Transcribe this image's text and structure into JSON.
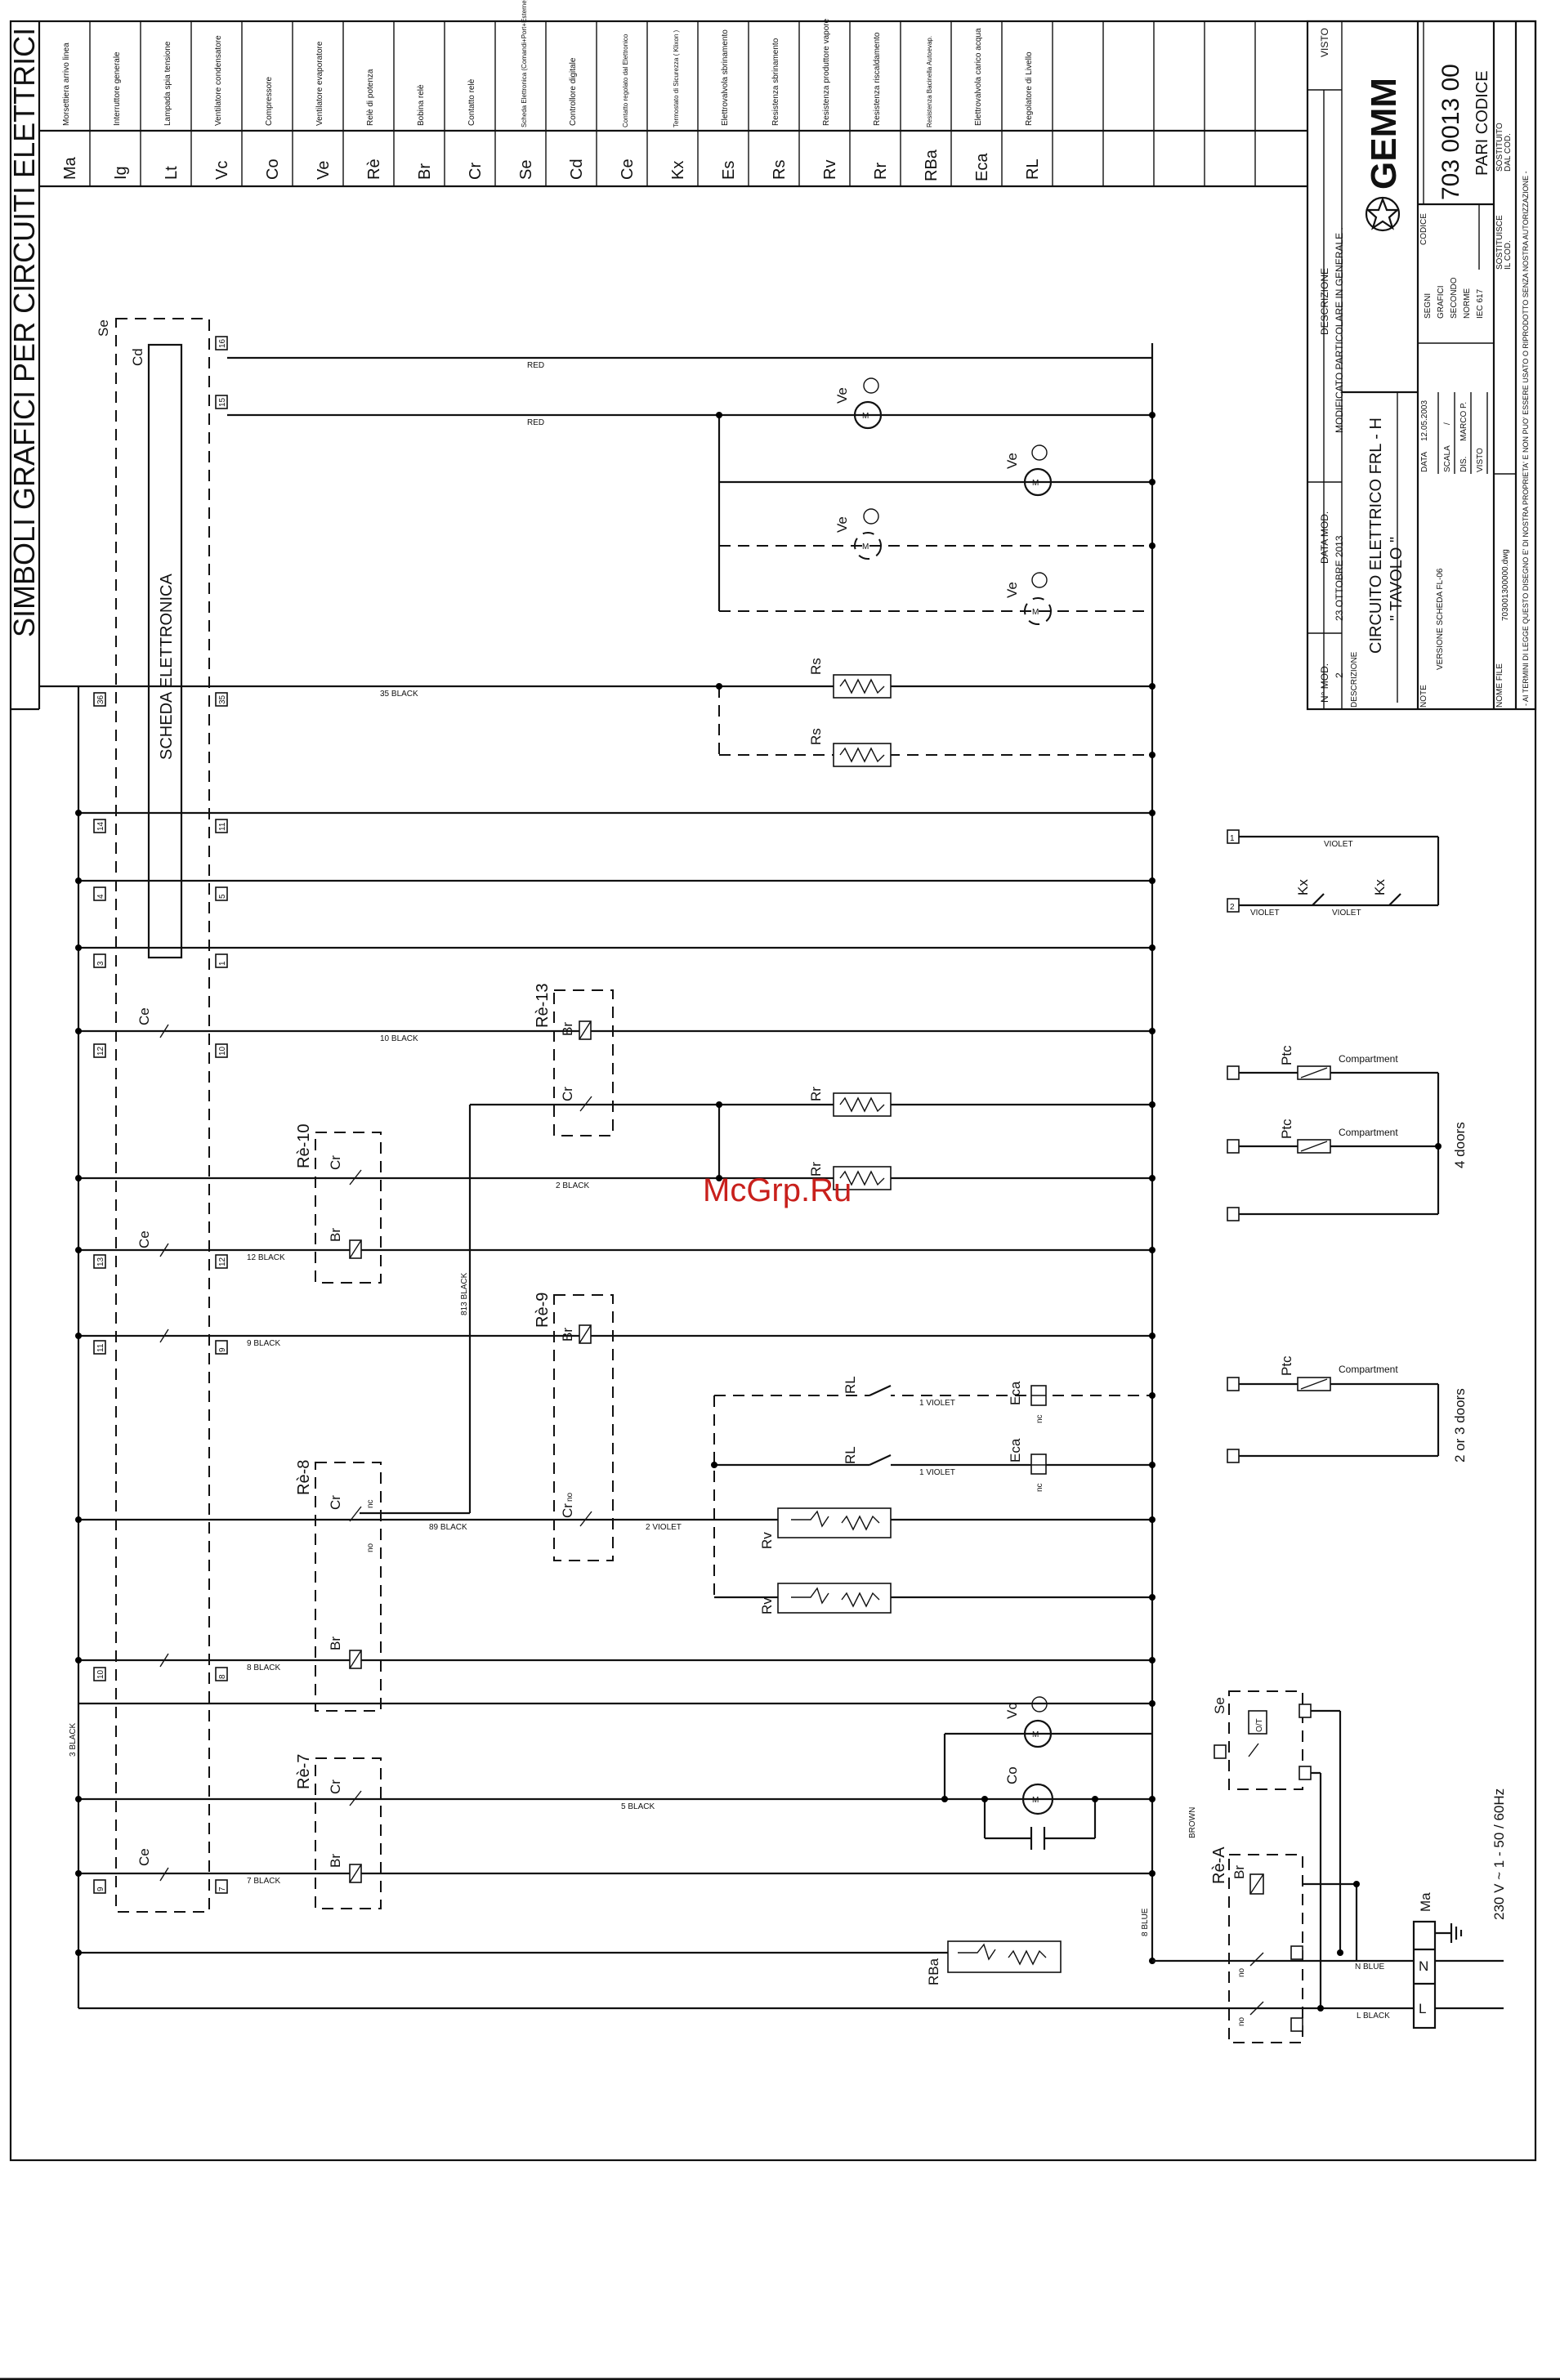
{
  "sheet_title": "SIMBOLI GRAFICI PER CIRCUITI  ELETTRICI",
  "legend": [
    {
      "code": "Ma",
      "desc": "Morsettiera arrivo linea"
    },
    {
      "code": "Ig",
      "desc": "Interruttore generale"
    },
    {
      "code": "Lt",
      "desc": "Lampada spia tensione"
    },
    {
      "code": "Vc",
      "desc": "Ventilatore condensatore"
    },
    {
      "code": "Co",
      "desc": "Compressore"
    },
    {
      "code": "Ve",
      "desc": "Ventilatore evaporatore"
    },
    {
      "code": "Rè",
      "desc": "Relè di potenza"
    },
    {
      "code": "Br",
      "desc": "Bobina relè"
    },
    {
      "code": "Cr",
      "desc": "Contatto relè"
    },
    {
      "code": "Se",
      "desc": "Scheda Elettronica (Comandi+Port+Esterne)"
    },
    {
      "code": "Cd",
      "desc": "Controllore digitale"
    },
    {
      "code": "Ce",
      "desc": "Contatto regolato dal Elettronico"
    },
    {
      "code": "Kx",
      "desc": "Termostato di Sicurezza ( Klixon )"
    },
    {
      "code": "Es",
      "desc": "Elettrovalvola sbrinamento"
    },
    {
      "code": "Rs",
      "desc": "Resistenza sbrinamento"
    },
    {
      "code": "Rv",
      "desc": "Resistenza produttore vapore"
    },
    {
      "code": "Rr",
      "desc": "Resistenza riscaldamento"
    },
    {
      "code": "RBa",
      "desc": "Resistenza Bacinella Autoevap."
    },
    {
      "code": "Eca",
      "desc": "Elettrovalvola carico acqua"
    },
    {
      "code": "RL",
      "desc": "Regolatore di Livello"
    }
  ],
  "board": {
    "name": "SCHEDA  ELETTRONICA",
    "se": "Se",
    "cd": "Cd"
  },
  "terminals": {
    "left": [
      "36",
      "14",
      "4",
      "3",
      "12",
      "13",
      "11",
      "10",
      "9"
    ],
    "right": [
      "16",
      "15",
      "35",
      "11",
      "5",
      "1",
      "10",
      "12",
      "9",
      "8",
      "7"
    ]
  },
  "wires": {
    "red1": "RED",
    "red2": "RED",
    "black35": "35 BLACK",
    "black10": "10 BLACK",
    "black2": "2 BLACK",
    "black12": "12 BLACK",
    "black9": "9 BLACK",
    "black813": "813 BLACK",
    "black89": "89 BLACK",
    "violet2": "2 VIOLET",
    "violet1a": "1 VIOLET",
    "violet1b": "1 VIOLET",
    "black8": "8 BLACK",
    "black5": "5 BLACK",
    "black7": "7 BLACK",
    "black3": "3 BLACK",
    "blue8": "8 BLUE",
    "brown": "BROWN",
    "blueN": "N BLUE",
    "blackL": "L BLACK",
    "violetKx1": "VIOLET",
    "violetKx2": "VIOLET",
    "violetKx3": "VIOLET"
  },
  "components": {
    "ve": "Ve",
    "rs": "Rs",
    "rr": "Rr",
    "rv": "Rv",
    "rl": "RL",
    "eca": "Eca",
    "vc": "Vc",
    "co": "Co",
    "rba": "RBa",
    "ce": "Ce",
    "cr": "Cr",
    "br": "Br",
    "kx": "Kx",
    "ptc": "Ptc",
    "compartment": "Compartment",
    "re13": "Rè-13",
    "re10": "Rè-10",
    "re9": "Rè-9",
    "re8": "Rè-8",
    "re7": "Rè-7",
    "reA": "Rè-A",
    "se": "Se",
    "ma": "Ma",
    "ot": "O/T",
    "no": "no",
    "nc": "nc",
    "m": "M",
    "n": "N",
    "l": "L"
  },
  "doors": {
    "four": "4 doors",
    "twothree": "2 or 3 doors"
  },
  "supply": "230 V  ~  1 - 50 / 60Hz",
  "title_block": {
    "visto": "VISTO",
    "descrizione_h": "DESCRIZIONE",
    "data_mod_h": "DATA MOD.",
    "nmod_h": "N° MOD.",
    "mod_desc": "MODIFICATO PARTICOLARE IN GENERALE .",
    "mod_date": "23 OTTOBRE 2013",
    "mod_num": "2",
    "descrizione": "DESCRIZIONE",
    "title1": "CIRCUITO ELETTRICO  FRL - H",
    "title2": "\" TAVOLO \"",
    "note_h": "NOTE",
    "note": "VERSIONE SCHEDA  FL-06",
    "data_h": "DATA",
    "data": "12.05.2003",
    "scala_h": "SCALA",
    "scala": "/",
    "dis_h": "DIS.",
    "dis": "MARCO P.",
    "visto2": "VISTO",
    "segni": "SEGNI",
    "grafici": "GRAFICI",
    "secondo": "SECONDO",
    "norme": "NORME",
    "iec": "IEC 617",
    "logo": "GEMM",
    "codice_h": "CODICE",
    "codice": "703 0013 00",
    "pari": "PARI CODICE",
    "sost1": "SOSTITUISCE",
    "sost2": "IL COD.",
    "sost3": "SOSTITUITO",
    "sost4": "DAL COD.",
    "nome_file_h": "NOME FILE",
    "nome_file": "703001300000.dwg",
    "legal": "- AI TERMINI DI LEGGE QUESTO DISEGNO E' DI NOSTRA PROPRIETA' E NON PUO' ESSERE USATO O RIPRODOTTO SENZA NOSTRA AUTORIZZAZIONE -"
  },
  "watermark": "McGrp.Ru"
}
